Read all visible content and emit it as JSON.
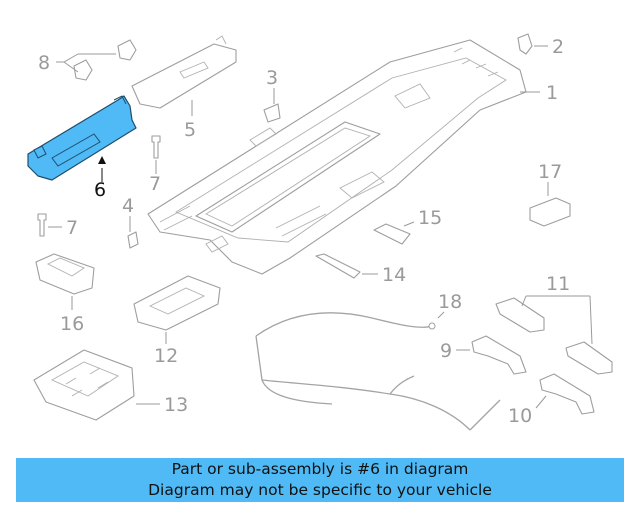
{
  "diagram": {
    "highlight_color": "#4fbaf5",
    "callouts": {
      "c1": "1",
      "c2": "2",
      "c3": "3",
      "c4": "4",
      "c5": "5",
      "c6": "6",
      "c7a": "7",
      "c7b": "7",
      "c8": "8",
      "c9": "9",
      "c10": "10",
      "c11": "11",
      "c12": "12",
      "c13": "13",
      "c14": "14",
      "c15": "15",
      "c16": "16",
      "c17": "17",
      "c18": "18"
    }
  },
  "banner": {
    "line1": "Part or sub-assembly is #6 in diagram",
    "line2": "Diagram may not be specific to your vehicle"
  }
}
